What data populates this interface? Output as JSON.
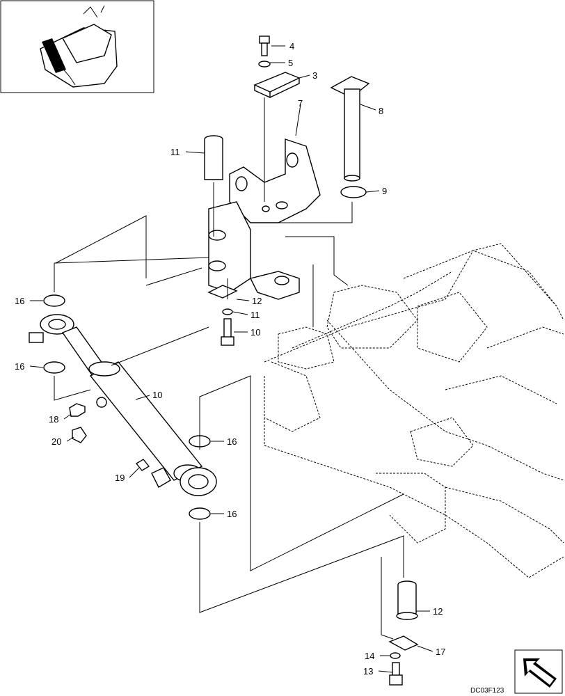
{
  "diagram": {
    "drawing_code": "DC03F123",
    "callouts": [
      {
        "id": "c4",
        "text": "4"
      },
      {
        "id": "c5",
        "text": "5"
      },
      {
        "id": "c3",
        "text": "3"
      },
      {
        "id": "c7",
        "text": "7"
      },
      {
        "id": "c8",
        "text": "8"
      },
      {
        "id": "c11a",
        "text": "11"
      },
      {
        "id": "c9",
        "text": "9"
      },
      {
        "id": "c16a",
        "text": "16"
      },
      {
        "id": "c12a",
        "text": "12"
      },
      {
        "id": "c11b",
        "text": "11"
      },
      {
        "id": "c10a",
        "text": "10"
      },
      {
        "id": "c16b",
        "text": "16"
      },
      {
        "id": "c10b",
        "text": "10"
      },
      {
        "id": "c18",
        "text": "18"
      },
      {
        "id": "c20",
        "text": "20"
      },
      {
        "id": "c16c",
        "text": "16"
      },
      {
        "id": "c19",
        "text": "19"
      },
      {
        "id": "c16d",
        "text": "16"
      },
      {
        "id": "c12b",
        "text": "12"
      },
      {
        "id": "c17",
        "text": "17"
      },
      {
        "id": "c14",
        "text": "14"
      },
      {
        "id": "c13",
        "text": "13"
      }
    ]
  }
}
